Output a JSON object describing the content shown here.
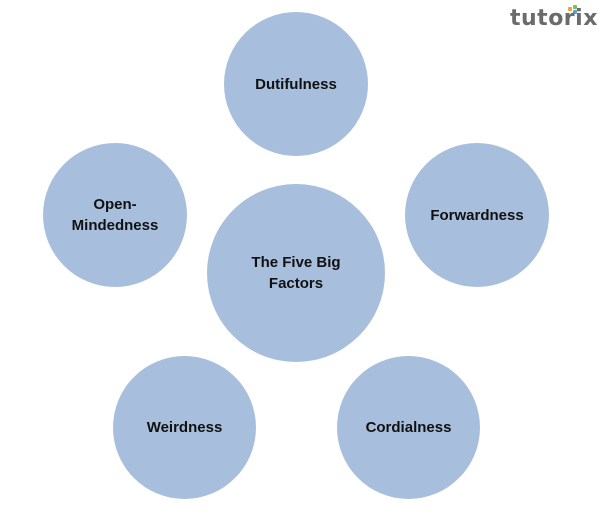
{
  "logo": {
    "text": "tutorix",
    "text_color": "#6b6b6b",
    "accent_dots": [
      "#f0a040",
      "#7dc24b",
      "#5aa0e0"
    ]
  },
  "diagram": {
    "circle_color": "#a7bfdd",
    "center": {
      "label": "The Five Big\nFactors"
    },
    "nodes": [
      {
        "id": "top",
        "label": "Dutifulness"
      },
      {
        "id": "left",
        "label": "Open-\nMindedness"
      },
      {
        "id": "right",
        "label": "Forwardness"
      },
      {
        "id": "bottom-left",
        "label": "Weirdness"
      },
      {
        "id": "bottom-right",
        "label": "Cordialness"
      }
    ]
  }
}
